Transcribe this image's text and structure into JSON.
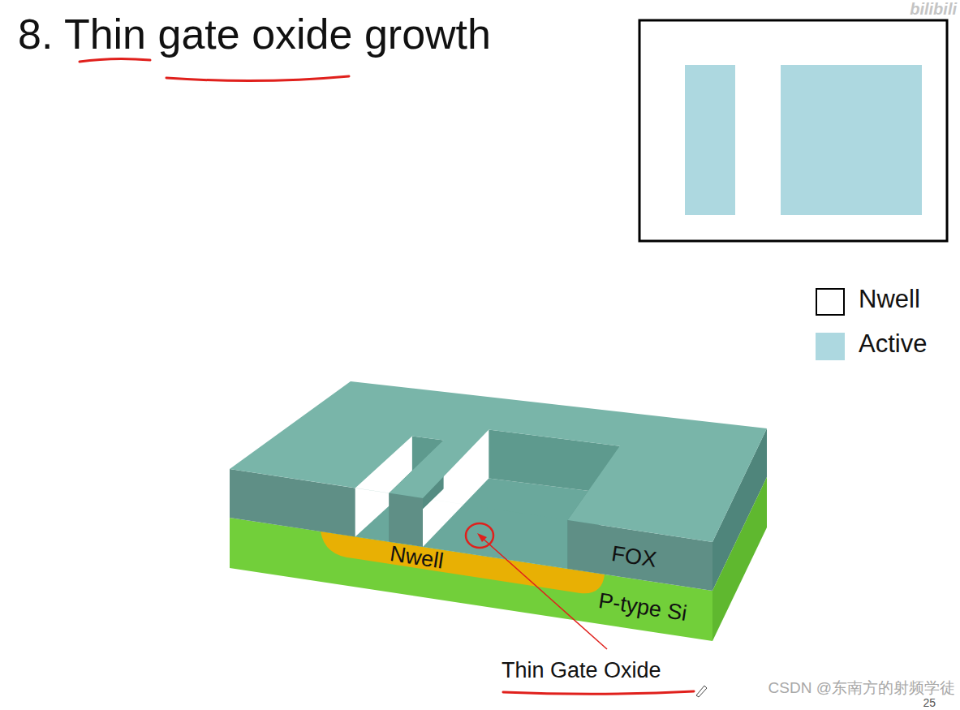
{
  "diagram": {
    "title": "8. Thin gate oxide growth",
    "labels": [
      "Nwell",
      "FOX",
      "P-type Si",
      "Thin Gate Oxide",
      "bilibili",
      "CSDN @东南方的射频学徒",
      "25"
    ],
    "legend": [
      {
        "text": "Nwell"
      },
      {
        "text": "Active",
        "color": "#add8e0"
      }
    ]
  }
}
